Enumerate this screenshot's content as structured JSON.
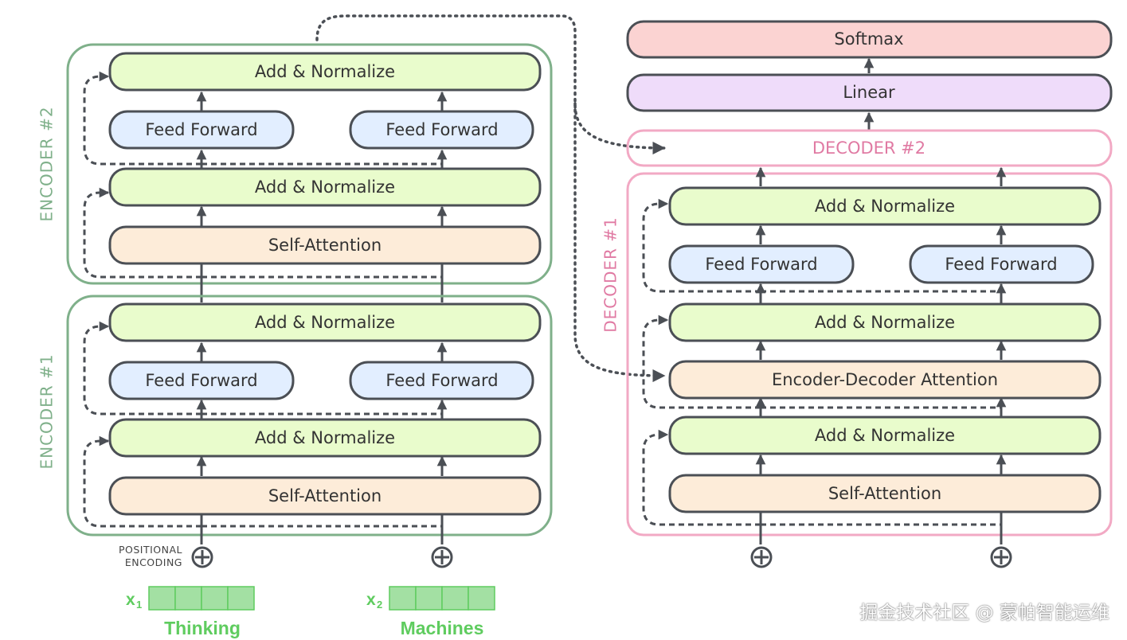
{
  "colors": {
    "encoder_border": "#7fb08a",
    "decoder_border": "#f2a9c4",
    "add_norm_fill": "#e9fccc",
    "feed_forward_fill": "#e2eeff",
    "attention_fill": "#fdecd9",
    "linear_fill": "#efdcfa",
    "softmax_fill": "#fbd3d2",
    "box_border": "#4b4f55",
    "token_green": "#5fcc5f",
    "token_cell": "#a3e0a3"
  },
  "encoder2": {
    "label": "ENCODER #2",
    "add_norm_top": "Add & Normalize",
    "feed_forward_left": "Feed Forward",
    "feed_forward_right": "Feed Forward",
    "add_norm_bottom": "Add & Normalize",
    "self_attention": "Self-Attention"
  },
  "encoder1": {
    "label": "ENCODER #1",
    "add_norm_top": "Add & Normalize",
    "feed_forward_left": "Feed Forward",
    "feed_forward_right": "Feed Forward",
    "add_norm_bottom": "Add & Normalize",
    "self_attention": "Self-Attention"
  },
  "decoder_stack": {
    "softmax": "Softmax",
    "linear": "Linear",
    "decoder2_label": "DECODER #2"
  },
  "decoder1": {
    "label": "DECODER #1",
    "add_norm_top": "Add & Normalize",
    "feed_forward_left": "Feed Forward",
    "feed_forward_right": "Feed Forward",
    "add_norm_mid": "Add & Normalize",
    "enc_dec_attention": "Encoder-Decoder Attention",
    "add_norm_bottom": "Add & Normalize",
    "self_attention": "Self-Attention"
  },
  "positional_encoding": {
    "line1": "POSITIONAL",
    "line2": "ENCODING",
    "icon": "plus-circle-icon"
  },
  "inputs": [
    {
      "var": "x",
      "sub": "1",
      "word": "Thinking"
    },
    {
      "var": "x",
      "sub": "2",
      "word": "Machines"
    }
  ],
  "watermark": "掘金技术社区 @ 蒙帕智能运维"
}
